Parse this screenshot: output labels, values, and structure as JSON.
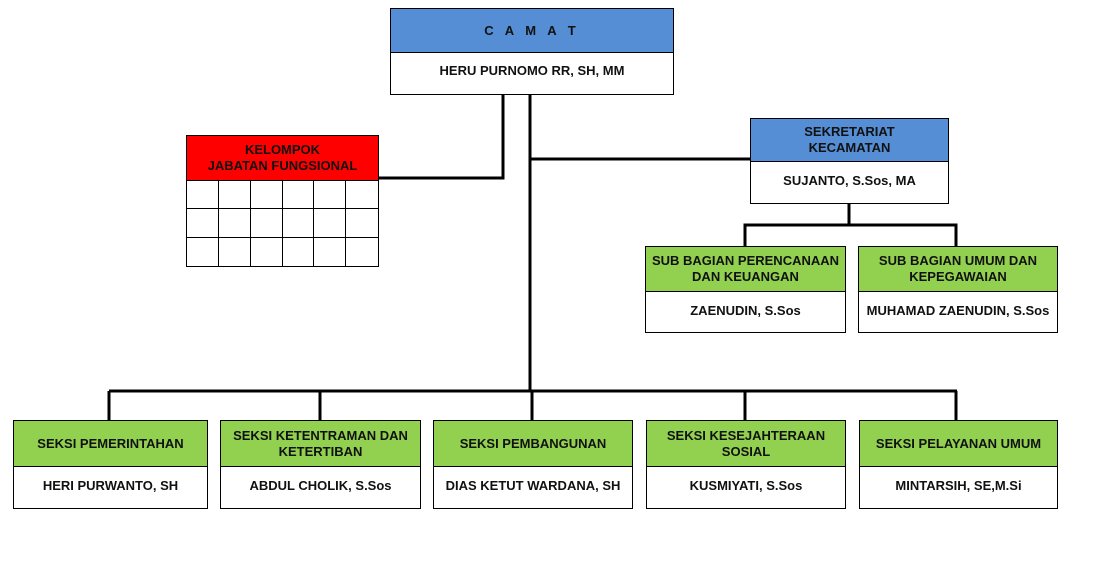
{
  "colors": {
    "head_blue": "#558ED5",
    "functional_red": "#FF0000",
    "unit_green": "#92D050"
  },
  "camat": {
    "title": "C A M A T",
    "name": "HERU PURNOMO RR, SH, MM"
  },
  "functional": {
    "title_line1": "KELOMPOK",
    "title_line2": "JABATAN FUNGSIONAL"
  },
  "secretariat": {
    "title_line1": "SEKRETARIAT",
    "title_line2": "KECAMATAN",
    "name": "SUJANTO, S.Sos, MA"
  },
  "sub_sections": [
    {
      "title_line1": "SUB BAGIAN PERENCANAAN",
      "title_line2": "DAN KEUANGAN",
      "name": "ZAENUDIN, S.Sos"
    },
    {
      "title_line1": "SUB BAGIAN UMUM DAN",
      "title_line2": "KEPEGAWAIAN",
      "name": "MUHAMAD ZAENUDIN, S.Sos"
    }
  ],
  "sections": [
    {
      "title_line1": "SEKSI PEMERINTAHAN",
      "title_line2": "",
      "name": "HERI PURWANTO, SH"
    },
    {
      "title_line1": "SEKSI KETENTRAMAN DAN",
      "title_line2": "KETERTIBAN",
      "name": "ABDUL CHOLIK, S.Sos"
    },
    {
      "title_line1": "SEKSI PEMBANGUNAN",
      "title_line2": "",
      "name": "DIAS KETUT WARDANA, SH"
    },
    {
      "title_line1": "SEKSI KESEJAHTERAAN",
      "title_line2": "SOSIAL",
      "name": "KUSMIYATI, S.Sos"
    },
    {
      "title_line1": "SEKSI PELAYANAN UMUM",
      "title_line2": "",
      "name": "MINTARSIH, SE,M.Si"
    }
  ]
}
